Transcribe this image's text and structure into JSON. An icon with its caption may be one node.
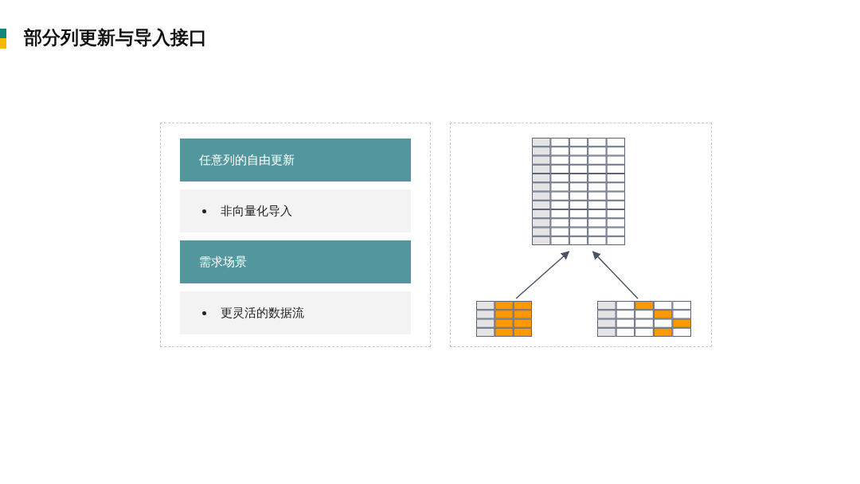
{
  "diagram": {
    "title": "部分列更新与导入接口",
    "nodes": [
      {
        "text": [
          "任意列的自由更新"
        ]
      },
      {
        "text": [
          "非向量化导入"
        ]
      },
      {
        "text": [
          "需求场景"
        ]
      },
      {
        "text": [
          "更灵活的数据流"
        ]
      },
      {
        "text": [],
        "shape": "table"
      },
      {
        "text": [],
        "shape": "table"
      },
      {
        "text": [],
        "shape": "table"
      }
    ],
    "edges": [
      {
        "from": 5,
        "to": 4,
        "arrow": "to"
      },
      {
        "from": 6,
        "to": 4,
        "arrow": "to"
      }
    ]
  }
}
